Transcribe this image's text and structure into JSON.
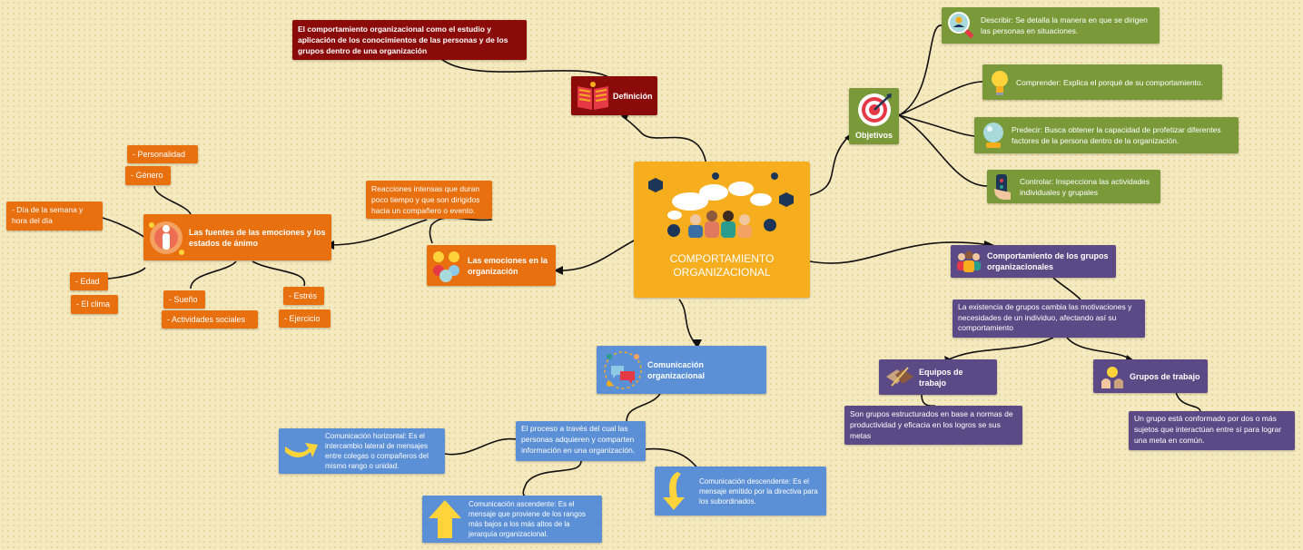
{
  "central": {
    "title_line1": "COMPORTAMIENTO",
    "title_line2": "ORGANIZACIONAL"
  },
  "definicion": {
    "label": "Definición",
    "text": "El comportamiento organizacional como el estudio y aplicación de los conocimientos de las personas y de los grupos dentro de una organización"
  },
  "objetivos": {
    "label": "Objetivos",
    "items": [
      "Describir: Se detalla la manera en que se dirigen las personas en situaciones.",
      "Comprender: Explica el porqué de su comportamiento.",
      "Predecir:  Busca obtener la capacidad de profetizar diferentes factores de la persona dentro de la organización.",
      "Controlar: Inspecciona las actividades individuales y grupales"
    ]
  },
  "emociones": {
    "label": "Las emociones en la organización",
    "desc": "Reacciones intensas que duran poco tiempo y que son dirigidos hacia un compañero o evento.",
    "fuentes": {
      "label": "Las fuentes de las emociones y los estados de ánimo",
      "items": {
        "personalidad": "- Personalidad",
        "genero": "- Género",
        "dia": "- Día de la semana y hora del día",
        "edad": "- Edad",
        "clima": "- El clima",
        "sueno": "- Sueño",
        "actividades": "- Actividades sociales",
        "estres": "- Estrés",
        "ejercicio": "- Ejercicio"
      }
    }
  },
  "grupos": {
    "label": "Comportamiento de los grupos organizacionales",
    "desc": "La existencia de grupos cambia las motivaciones y necesidades de un individuo, afectando así su comportamiento",
    "equipos": {
      "label": "Equipos de trabajo",
      "desc": "Son grupos estructurados en base a normas de productividad y eficacia en los logros se sus metas"
    },
    "grupos_trabajo": {
      "label": "Grupos de trabajo",
      "desc": "Un grupo está conformado por dos o más sujetos que interactúan entre sí para lograr una meta en común."
    }
  },
  "comunicacion": {
    "label": "Comunicación organizacional",
    "desc": "El proceso a través del cual las personas adquieren y comparten información en una organización.",
    "horizontal": "Comunicación horizontal: Es el intercambio lateral de mensajes entre colegas o compañeros del mismo rango o unidad.",
    "ascendente": "Comunicación ascendente: Es el mensaje que proviene de los rangos más bajos a los más altos de la jerarquía organizacional.",
    "descendente": "Comunicación descendente: Es el mensaje emitido por la directiva para los subordinados."
  },
  "colors": {
    "central": "#f6ad1e",
    "orange": "#e8700f",
    "red": "#8b0a0a",
    "green": "#7a9a3a",
    "purple": "#5c4a86",
    "blue": "#5b8fd6"
  },
  "icons": {
    "central": "people-gears-illustration",
    "definicion": "open-book-icon",
    "objetivos": "target-icon",
    "emociones": "emoji-faces-icon",
    "fuentes": "person-figure-icon",
    "grupos": "group-people-icon",
    "equipos": "handshake-icon",
    "grupos_trabajo": "idea-hands-icon",
    "comunicacion": "chat-bubbles-icon",
    "horizontal": "arrow-right-icon",
    "ascendente": "arrow-up-icon",
    "descendente": "arrow-down-icon"
  }
}
